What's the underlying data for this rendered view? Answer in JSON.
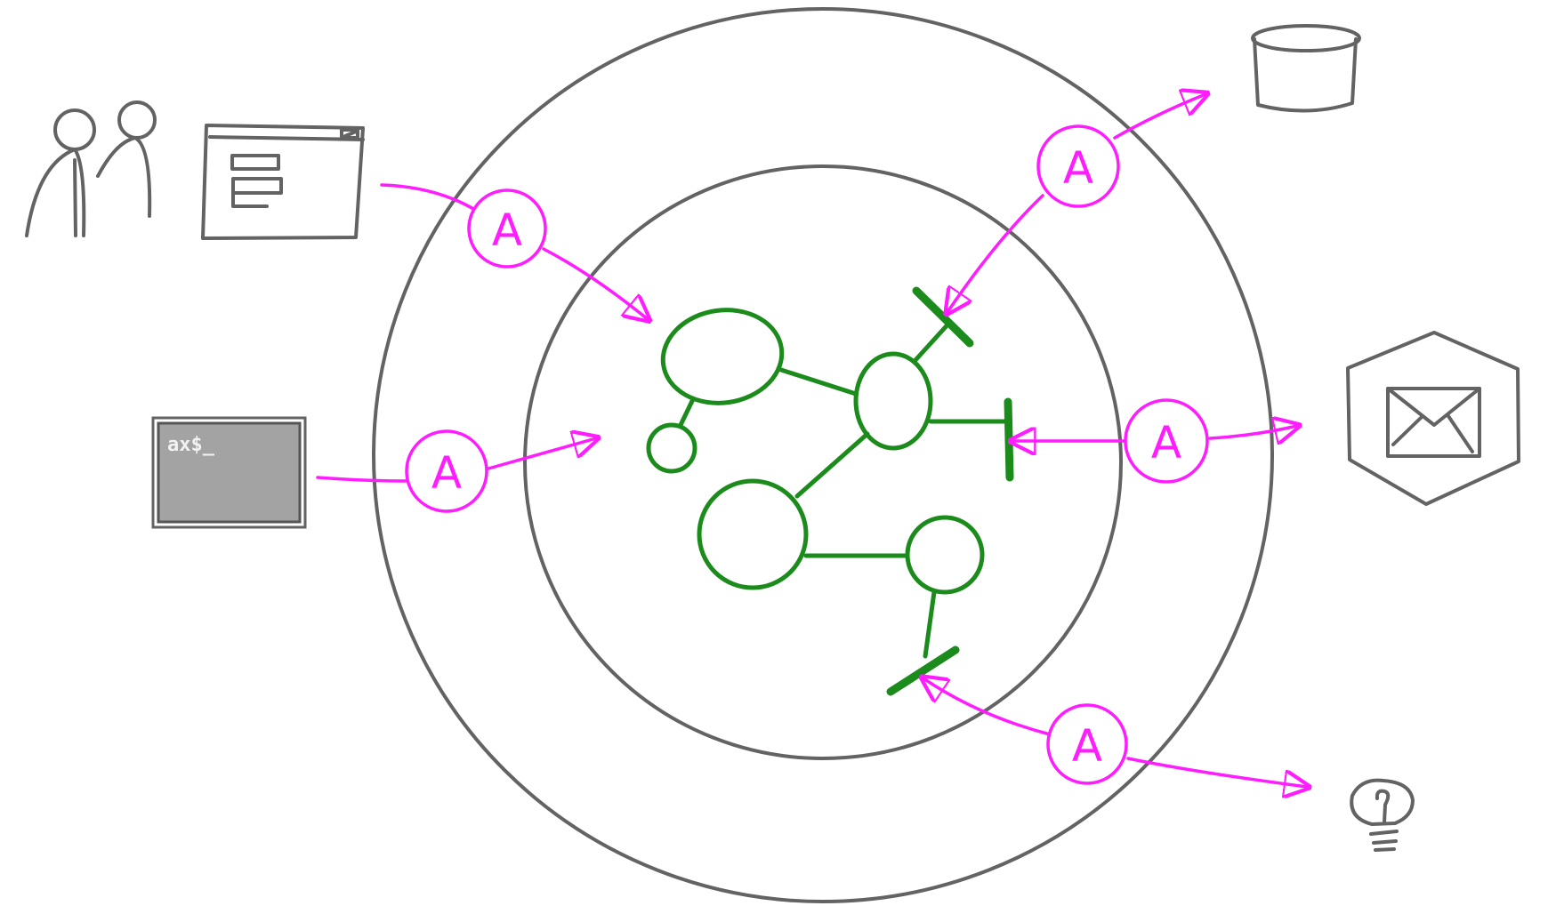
{
  "diagram": {
    "colors": {
      "ring": "#636363",
      "core": "#1b8c1b",
      "adapter": "#ff1cff",
      "terminal_screen": "#a3a3a3"
    },
    "adapter_label": "A",
    "terminal_prompt": "ax$_",
    "actors_left": [
      {
        "icon": "users-icon"
      },
      {
        "icon": "gui-window-icon"
      },
      {
        "icon": "terminal-icon"
      }
    ],
    "actors_right": [
      {
        "icon": "database-icon"
      },
      {
        "icon": "mail-hexagon-icon"
      },
      {
        "icon": "lightbulb-icon"
      }
    ],
    "adapters_count": 5
  }
}
